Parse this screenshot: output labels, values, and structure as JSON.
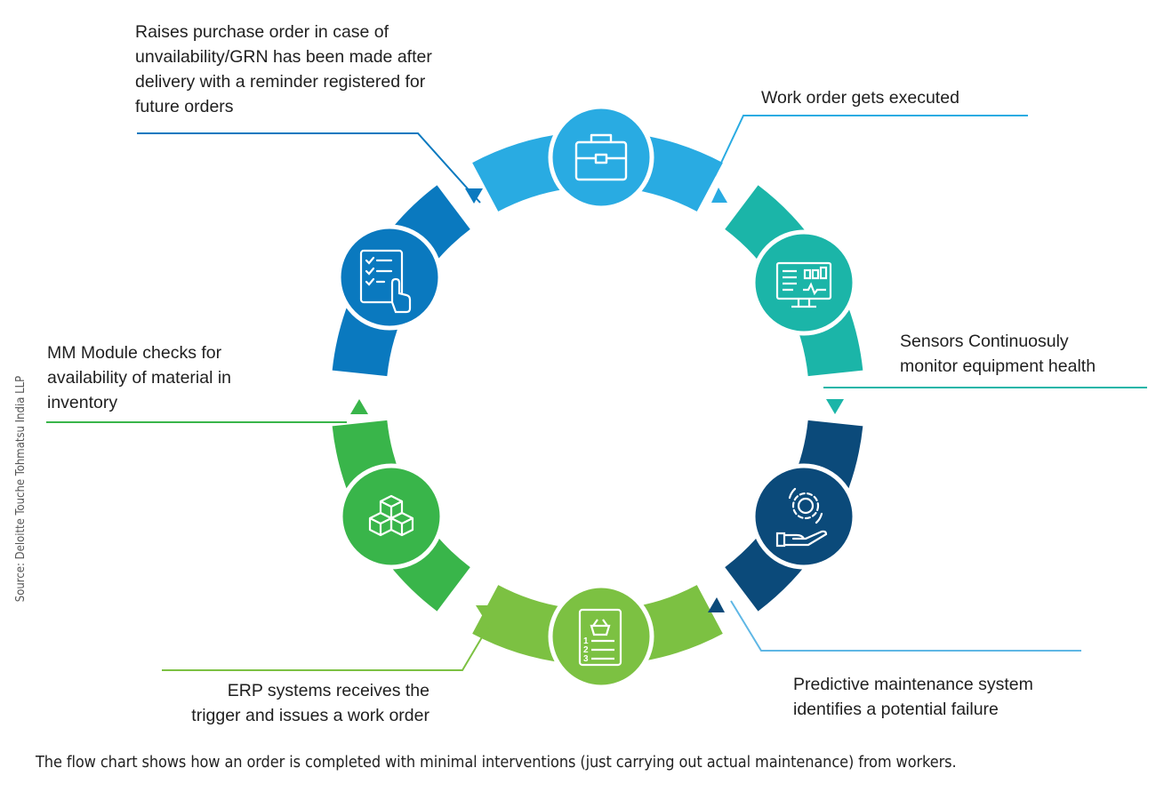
{
  "steps": [
    {
      "id": "work-order-executed",
      "label_lines": [
        "Work order gets executed"
      ],
      "color": "#29abe2",
      "icon": "briefcase-icon"
    },
    {
      "id": "sensors-monitor",
      "label_lines": [
        "Sensors Continuosuly",
        "monitor equipment health"
      ],
      "color": "#1bb5a8",
      "icon": "monitor-dashboard-icon"
    },
    {
      "id": "predictive-maintenance",
      "label_lines": [
        "Predictive maintenance system",
        "identifies a potential failure"
      ],
      "color": "#0b4a7a",
      "icon": "gear-hand-icon"
    },
    {
      "id": "erp-trigger",
      "label_lines": [
        "ERP systems receives the",
        "trigger and issues a work order"
      ],
      "color": "#7cc142",
      "icon": "numbered-list-basket-icon"
    },
    {
      "id": "mm-module",
      "label_lines": [
        "MM Module checks for",
        "availability of material in",
        "inventory"
      ],
      "color": "#39b54a",
      "icon": "boxes-icon"
    },
    {
      "id": "purchase-order",
      "label_lines": [
        "Raises purchase order in case of",
        "unvailability/GRN has been made after",
        "delivery with a reminder registered for",
        "future orders"
      ],
      "color": "#0a79bf",
      "icon": "checklist-hand-icon"
    }
  ],
  "source": "Source: Deloitte Touche Tohmatsu India LLP",
  "caption": "The flow chart shows how an order is completed with minimal interventions (just carrying out actual maintenance) from workers."
}
